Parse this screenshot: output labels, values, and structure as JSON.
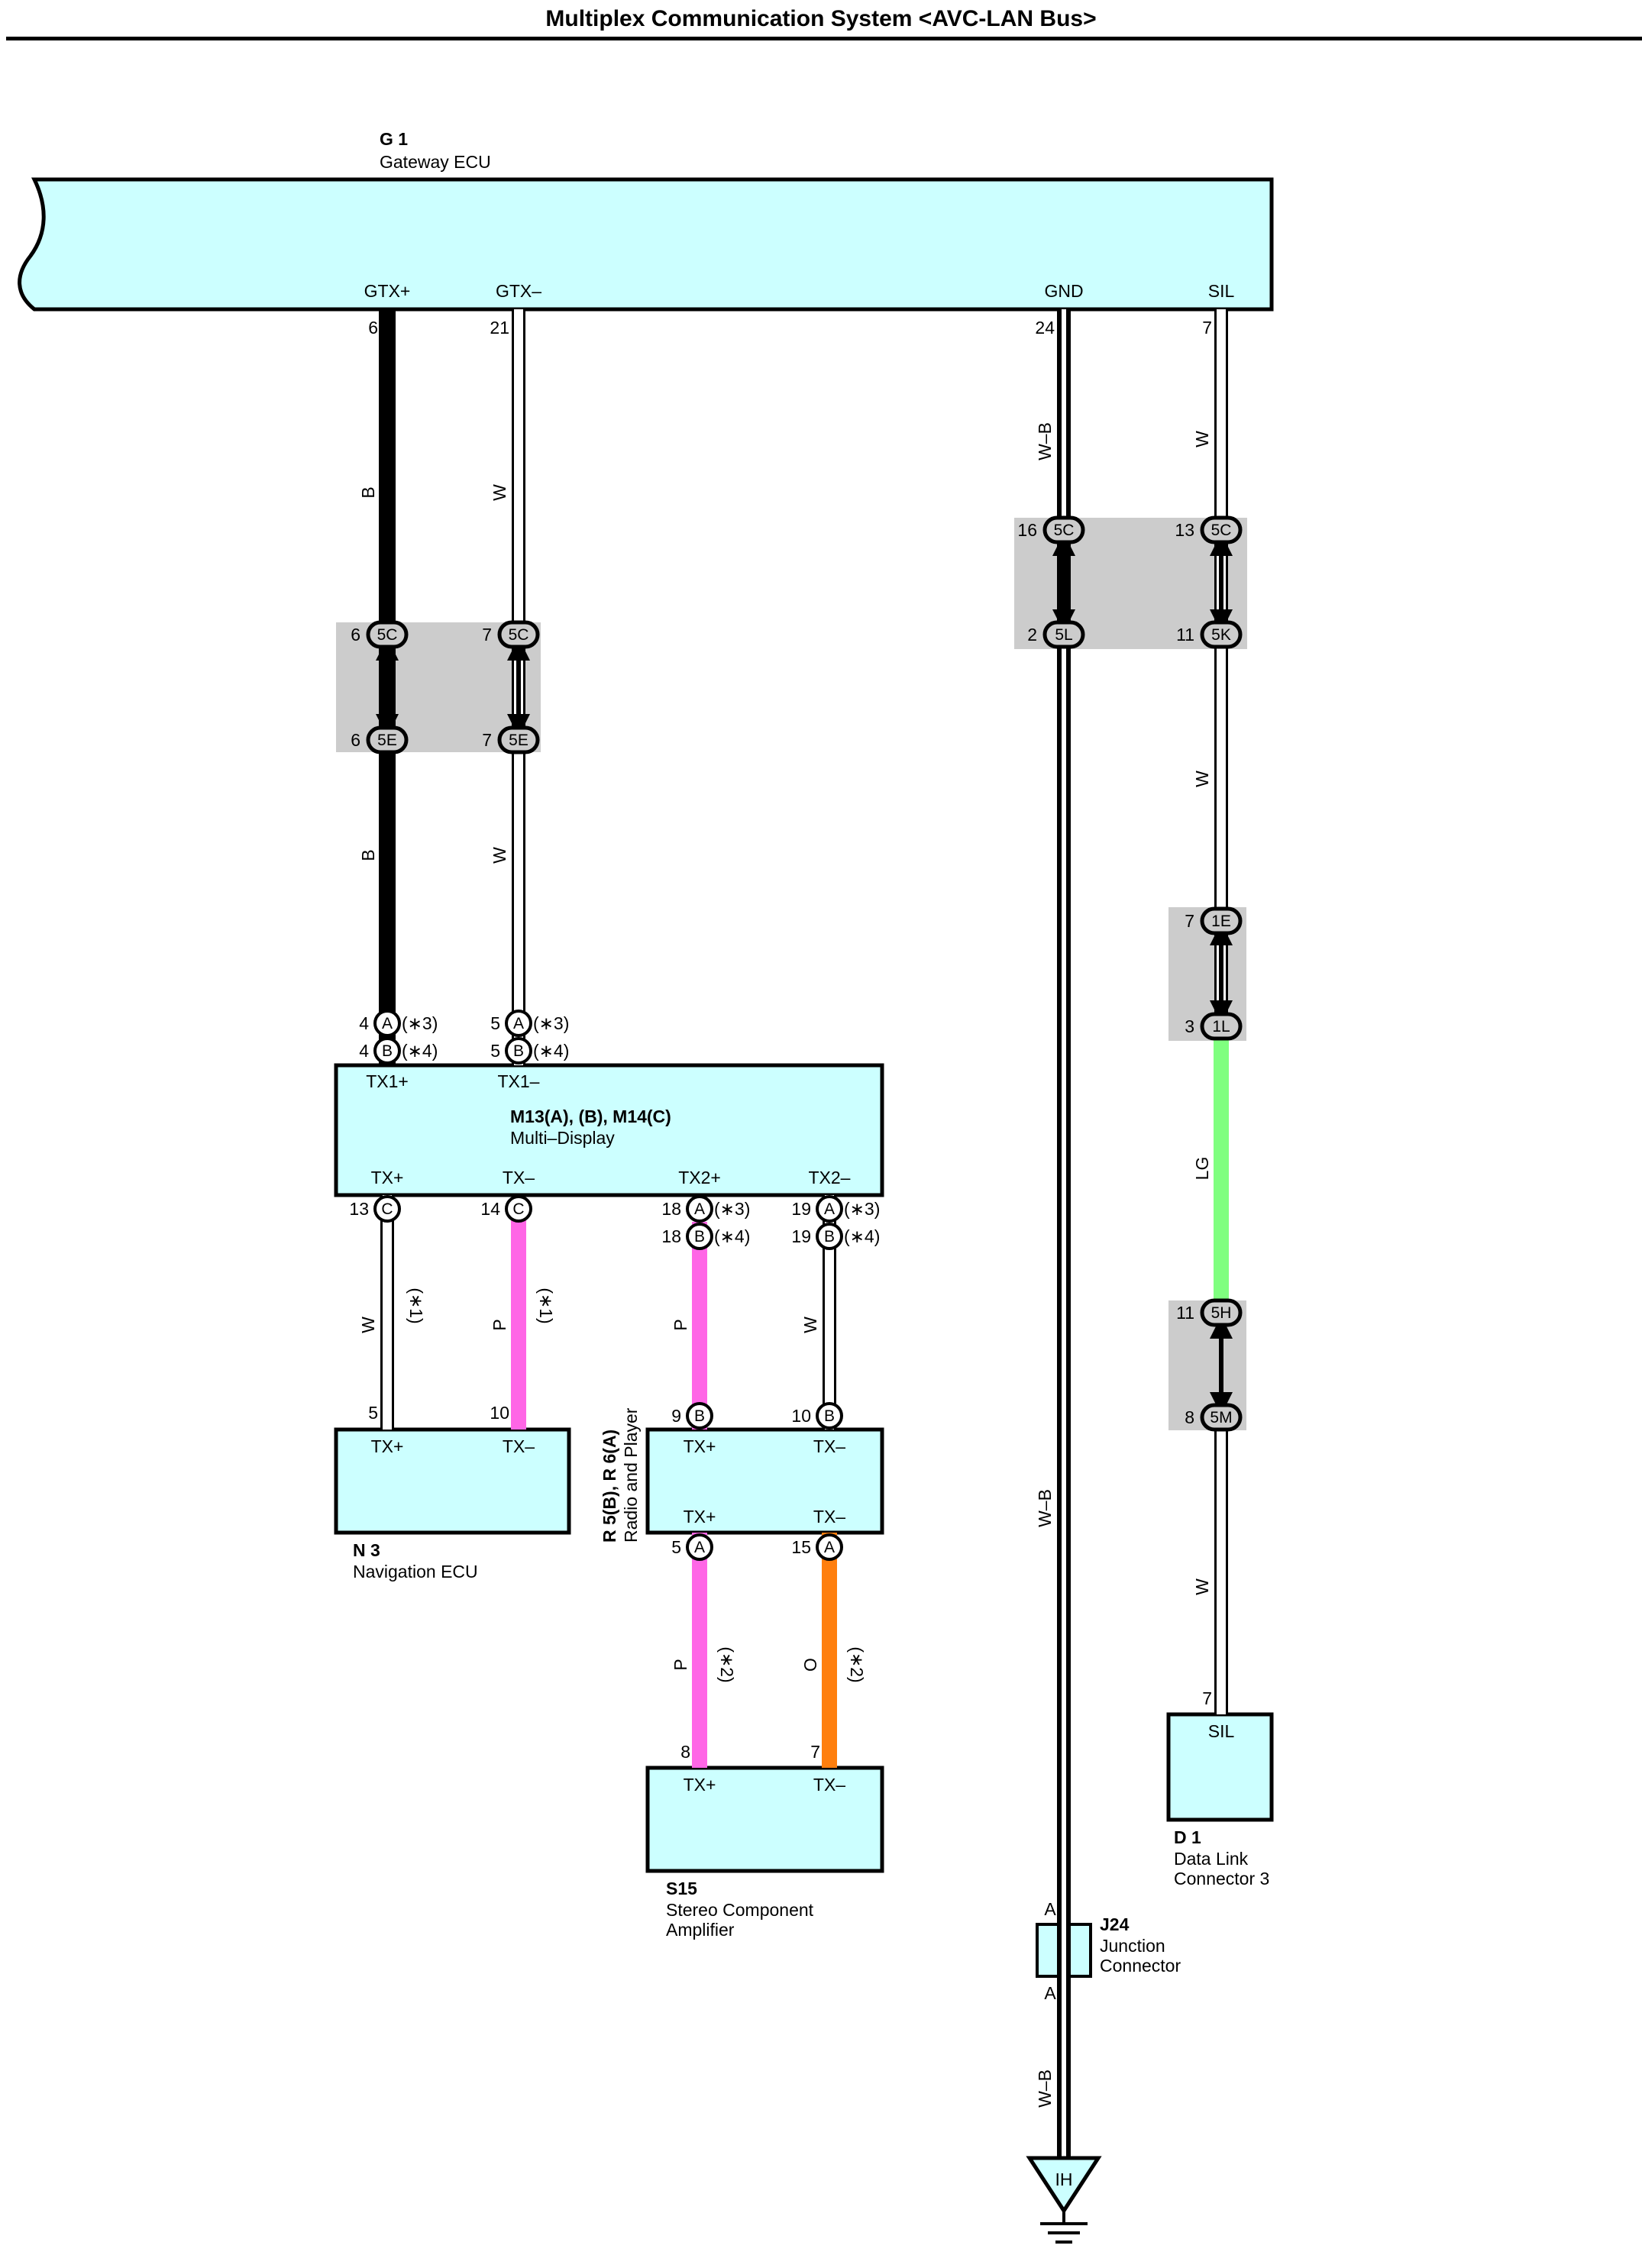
{
  "title": "Multiplex Communication System <AVC-LAN Bus>",
  "colors": {
    "box_fill": "#ccffff",
    "shade": "#cccccc",
    "wire_black": "#000000",
    "wire_pink": "#ff66e6",
    "wire_orange": "#ff7f0e",
    "wire_green": "#7fff7f"
  },
  "components": {
    "g1": {
      "id": "G 1",
      "name": "Gateway ECU",
      "pins": {
        "gtx_plus": "GTX+",
        "gtx_minus": "GTX–",
        "gnd": "GND",
        "sil": "SIL"
      }
    },
    "m13": {
      "id": "M13(A), (B), M14(C)",
      "name": "Multi–Display",
      "pins": {
        "tx1_plus": "TX1+",
        "tx1_minus": "TX1–",
        "tx_plus": "TX+",
        "tx_minus": "TX–",
        "tx2_plus": "TX2+",
        "tx2_minus": "TX2–"
      }
    },
    "n3": {
      "id": "N 3",
      "name": "Navigation ECU",
      "pins": {
        "tx_plus": "TX+",
        "tx_minus": "TX–"
      }
    },
    "r5": {
      "id": "R 5(B), R 6(A)",
      "name": "Radio and Player",
      "pins": {
        "tx_plus_top": "TX+",
        "tx_minus_top": "TX–",
        "tx_plus_bot": "TX+",
        "tx_minus_bot": "TX–"
      }
    },
    "s15": {
      "id": "S15",
      "name1": "Stereo Component",
      "name2": "Amplifier",
      "pins": {
        "tx_plus": "TX+",
        "tx_minus": "TX–"
      }
    },
    "d1": {
      "id": "D 1",
      "name1": "Data Link",
      "name2": "Connector 3",
      "pins": {
        "sil": "SIL"
      }
    },
    "j24": {
      "id": "J24",
      "name1": "Junction",
      "name2": "Connector",
      "pin_top": "A",
      "pin_bot": "A"
    },
    "ground": {
      "label": "IH"
    }
  },
  "pin_numbers": {
    "g1_6": "6",
    "g1_21": "21",
    "g1_24": "24",
    "g1_7": "7",
    "m_a4": "4",
    "m_b4": "4",
    "m_a5": "5",
    "m_b5": "5",
    "m_c13": "13",
    "m_c14": "14",
    "m_a18": "18",
    "m_b18": "18",
    "m_a19": "19",
    "m_b19": "19",
    "n3_5": "5",
    "n3_10": "10",
    "r_b9": "9",
    "r_b10": "10",
    "r_a5": "5",
    "r_a15": "15",
    "s15_8": "8",
    "s15_7": "7",
    "d1_7": "7"
  },
  "connector_letters": {
    "a": "A",
    "b": "B",
    "c": "C"
  },
  "variant_marks": {
    "v1": "(∗1)",
    "v2": "(∗2)",
    "v3": "(∗3)",
    "v4": "(∗4)"
  },
  "wire_colors": {
    "b": "B",
    "w": "W",
    "wb": "W–B",
    "p": "P",
    "o": "O",
    "lg": "LG"
  },
  "junctions": [
    {
      "top_pin": "6",
      "top_code": "5C",
      "bot_pin": "6",
      "bot_code": "5E"
    },
    {
      "top_pin": "7",
      "top_code": "5C",
      "bot_pin": "7",
      "bot_code": "5E"
    },
    {
      "top_pin": "16",
      "top_code": "5C",
      "bot_pin": "2",
      "bot_code": "5L"
    },
    {
      "top_pin": "13",
      "top_code": "5C",
      "bot_pin": "11",
      "bot_code": "5K"
    },
    {
      "top_pin": "7",
      "top_code": "1E",
      "bot_pin": "3",
      "bot_code": "1L"
    },
    {
      "top_pin": "11",
      "top_code": "5H",
      "bot_pin": "8",
      "bot_code": "5M"
    }
  ]
}
